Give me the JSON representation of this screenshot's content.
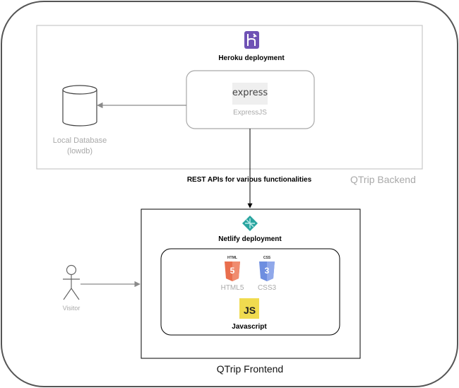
{
  "backend": {
    "platform_label": "Heroku deployment",
    "server_logo_text": "express",
    "server_label": "ExpressJS",
    "database_label_line1": "Local Database",
    "database_label_line2": "(lowdb)",
    "container_label": "QTrip Backend"
  },
  "connection": {
    "label": "REST APIs for various functionalities"
  },
  "frontend": {
    "platform_label": "Netlify deployment",
    "html_badge": "HTML",
    "html_number": "5",
    "html_label": "HTML5",
    "css_badge": "CSS",
    "css_number": "3",
    "css_label": "CSS3",
    "js_logo_text": "JS",
    "js_label": "Javascript",
    "container_label": "QTrip Frontend"
  },
  "actor": {
    "label": "Visitor"
  },
  "colors": {
    "heroku": "#6f52b5",
    "html5": "#e96e4d",
    "css3": "#6e8ee0",
    "javascript": "#f0db4f",
    "netlify": "#2aa5a0",
    "muted_text": "#a9a9a9",
    "container_border": "#c8c8c8"
  },
  "icons": [
    "heroku-icon",
    "express-logo",
    "database-icon",
    "netlify-icon",
    "html5-icon",
    "css3-icon",
    "javascript-icon",
    "visitor-stick-figure-icon"
  ]
}
